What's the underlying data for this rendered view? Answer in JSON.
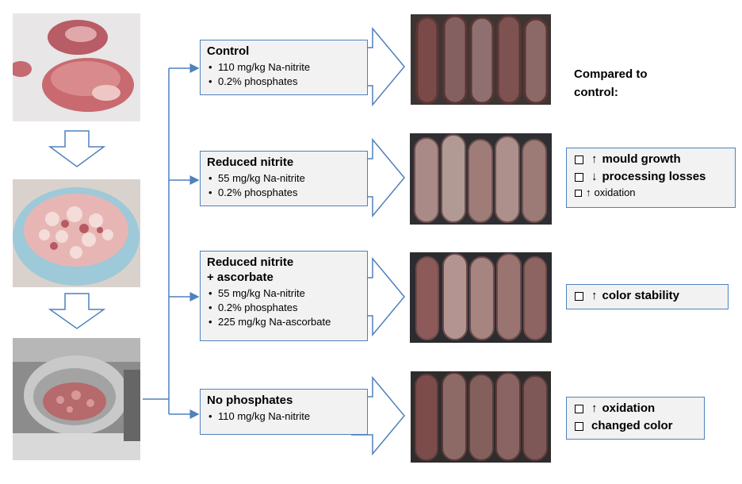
{
  "treatments": [
    {
      "title": "Control",
      "bullets": [
        "110 mg/kg Na-nitrite",
        "0.2% phosphates"
      ]
    },
    {
      "title": "Reduced nitrite",
      "bullets": [
        "55 mg/kg Na-nitrite",
        "0.2% phosphates"
      ]
    },
    {
      "title": "Reduced nitrite",
      "title2": "+ ascorbate",
      "bullets": [
        "55 mg/kg Na-nitrite",
        "0.2% phosphates",
        "225 mg/kg Na-ascorbate"
      ]
    },
    {
      "title": "No phosphates",
      "bullets": [
        "110 mg/kg Na-nitrite"
      ]
    }
  ],
  "compared_label": "Compared to control:",
  "effects": {
    "reduced_nitrite": [
      {
        "symbol": "↑",
        "text": "mould growth"
      },
      {
        "symbol": "↓",
        "text": "processing losses"
      },
      {
        "symbol": "↑",
        "text": "oxidation"
      }
    ],
    "reduced_nitrite_ascorbate": [
      {
        "symbol": "↑",
        "text": "color stability"
      }
    ],
    "no_phosphates": [
      {
        "symbol": "↑",
        "text": "oxidation"
      },
      {
        "symbol": "",
        "text": "changed color"
      }
    ]
  },
  "colors": {
    "arrow_stroke": "#4f81bd",
    "box_fill": "#f2f2f2",
    "meat_red": "#c0505a",
    "sausage_dark": "#7a4a48"
  },
  "images": [
    "raw-pork-photo",
    "minced-meat-bowl-photo",
    "meat-mixer-photo",
    "sausage-control-photo",
    "sausage-reduced-nitrite-photo",
    "sausage-reduced-nitrite-ascorbate-photo",
    "sausage-no-phosphates-photo"
  ]
}
